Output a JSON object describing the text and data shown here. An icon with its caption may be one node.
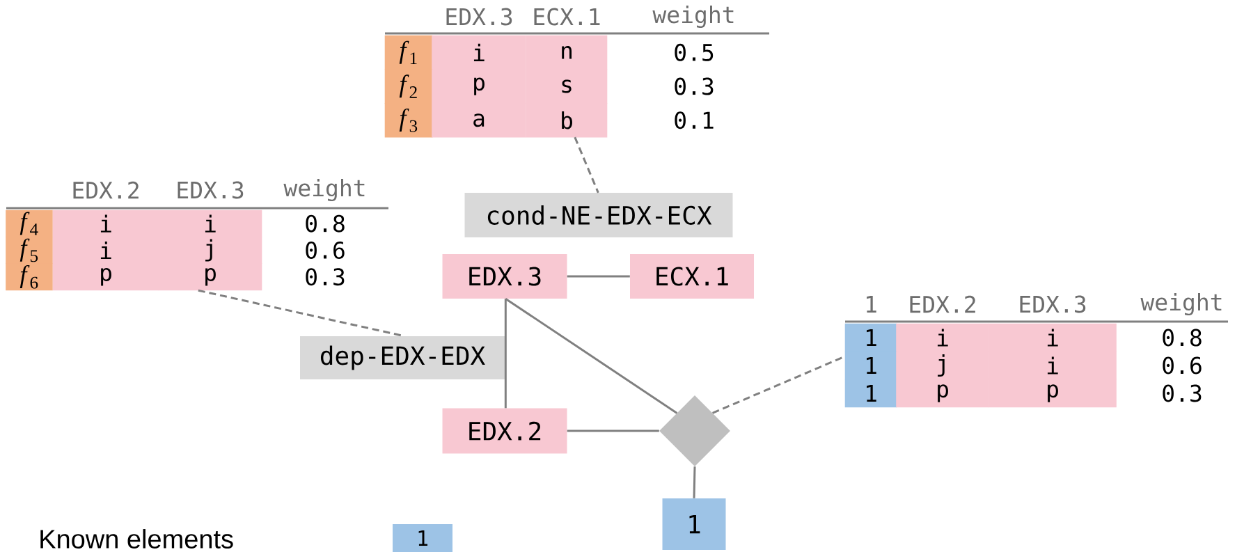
{
  "diagram": {
    "nodes": [
      {
        "text": [
          "EDX.3",
          "ECX.1",
          "weight",
          "*f*$_{1}$",
          "i",
          "n",
          "0.5",
          "*f*$_{2}$",
          "p",
          "s",
          "0.3",
          "*f*$_{3}$",
          "a",
          "b",
          "0.1"
        ]
      },
      {
        "text": [
          "EDX.2",
          "EDX.3",
          "weight",
          "*f*$_{4}$",
          "i",
          "i",
          "0.8",
          "*f*$_{5}$",
          "i",
          "j",
          "0.6",
          "*f*$_{6}$",
          "p",
          "p",
          "0.3"
        ]
      },
      {
        "text": [
          "cond-NE-EDX-ECX"
        ]
      },
      {
        "text": [
          "EDX.3"
        ]
      },
      {
        "text": [
          "ECX.1"
        ]
      },
      {
        "text": [
          "1",
          "EDX.2",
          "EDX.3",
          "weight",
          "1",
          "i",
          "i",
          "0.8",
          "1",
          "j",
          "i",
          "0.6",
          "1",
          "p",
          "p",
          "0.3"
        ]
      },
      {
        "text": [
          "dep-EDX-EDX"
        ]
      },
      {
        "text": [
          "EDX.2"
        ]
      },
      {
        "text": [],
        "shape": "diamond"
      },
      {
        "text": [
          "1"
        ]
      }
    ],
    "edges": [
      {
        "from": 0,
        "to": 2,
        "arrow": "none",
        "style": "dashed"
      },
      {
        "from": 1,
        "to": 6,
        "arrow": "none",
        "style": "dashed"
      },
      {
        "from": 3,
        "to": 4,
        "arrow": "none"
      },
      {
        "from": 3,
        "to": 7,
        "arrow": "none"
      },
      {
        "from": 3,
        "to": 8,
        "arrow": "none"
      },
      {
        "from": 7,
        "to": 8,
        "arrow": "none"
      },
      {
        "from": 8,
        "to": 9,
        "arrow": "none"
      },
      {
        "from": 8,
        "to": 5,
        "arrow": "none",
        "style": "dashed"
      }
    ],
    "labels": [
      "1"
    ],
    "legend": [
      {
        "text": "Known elements",
        "color": "#9dc3e6"
      }
    ]
  }
}
